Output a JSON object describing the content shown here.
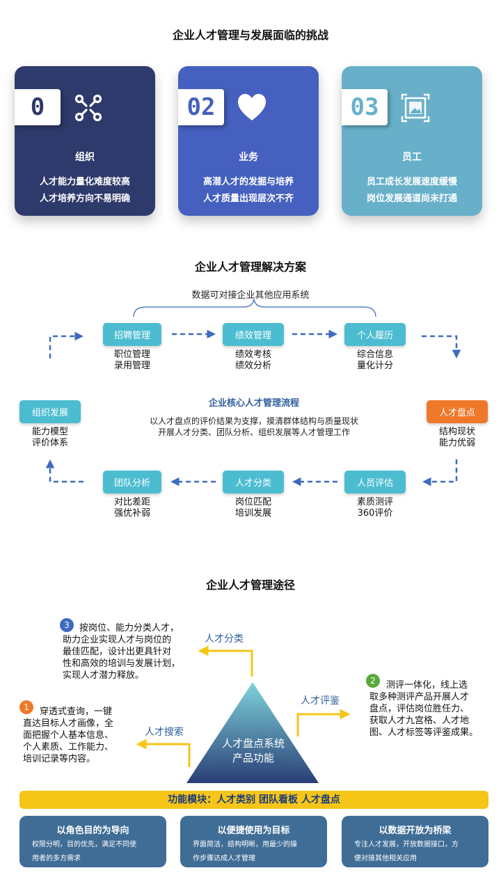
{
  "section1": {
    "title": "企业人才管理与发展面临的挑战",
    "cards": [
      {
        "num": "0",
        "icon": "network-icon",
        "heading": "组织",
        "lines": [
          "人才能力量化难度较高",
          "人才培养方向不易明确"
        ],
        "color": "#2e3a6b"
      },
      {
        "num": "02",
        "icon": "heart-icon",
        "heading": "业务",
        "lines": [
          "高潜人才的发掘与培养",
          "人才质量出现层次不齐"
        ],
        "color": "#4560bf"
      },
      {
        "num": "03",
        "icon": "picture-frame-icon",
        "heading": "员工",
        "lines": [
          "员工成长发展速度缓慢",
          "岗位发展通道尚未打通"
        ],
        "color": "#68b0c9"
      }
    ]
  },
  "section2": {
    "title": "企业人才管理解决方案",
    "top_note": "数据可对接企业其他应用系统",
    "center_title": "企业核心人才管理流程",
    "center_desc": [
      "以人才盘点的评价结果为支撑，摸清群体结构与质量现状",
      "开展人才分类、团队分析、组织发展等人才管理工作"
    ],
    "nodes": {
      "recruit": {
        "label": "招聘管理",
        "sub": [
          "职位管理",
          "录用管理"
        ]
      },
      "performance": {
        "label": "绩效管理",
        "sub": [
          "绩效考核",
          "绩效分析"
        ]
      },
      "resume": {
        "label": "个人履历",
        "sub": [
          "综合信息",
          "量化计分"
        ]
      },
      "inventory": {
        "label": "人才盘点",
        "sub": [
          "结构现状",
          "能力优弱"
        ]
      },
      "evaluation": {
        "label": "人员评估",
        "sub": [
          "素质测评",
          "360评价"
        ]
      },
      "classify": {
        "label": "人才分类",
        "sub": [
          "岗位匹配",
          "培训发展"
        ]
      },
      "team": {
        "label": "团队分析",
        "sub": [
          "对比差距",
          "强优补弱"
        ]
      },
      "org": {
        "label": "组织发展",
        "sub": [
          "能力模型",
          "评价体系"
        ]
      }
    },
    "colors": {
      "teal": "#4cbdd1",
      "orange": "#f0782a",
      "arrow": "#3d6bbf"
    }
  },
  "section3": {
    "title": "企业人才管理途径",
    "triangle": [
      "人才盘点系统",
      "产品功能"
    ],
    "label_classify": "人才分类",
    "label_search": "人才搜索",
    "label_eval": "人才评鉴",
    "item1": {
      "num": "1",
      "lines": [
        "穿透式查询，一键",
        "直达目标人才画像，全",
        "面把握个人基本信息、",
        "个人素质、工作能力、",
        "培训记录等内容。"
      ]
    },
    "item2": {
      "num": "2",
      "lines": [
        "测评一体化，线上选",
        "取多种测评产品开展人才",
        "盘点，评估岗位胜任力、",
        "获取人才九宫格、人才地",
        "图、人才标签等评鉴成果。"
      ]
    },
    "item3": {
      "num": "3",
      "lines": [
        "按岗位、能力分类人才，",
        "助力企业实现人才与岗位的",
        "最佳匹配，设计出更具针对",
        "性和高效的培训与发展计划，",
        "实现人才潜力释放。"
      ]
    },
    "module": "功能模块：人才类别  团队看板  人才盘点",
    "boxes": [
      {
        "title": "以角色目的为导向",
        "lines": [
          "权限分明，目的优先，满足不同使",
          "用者的多方需求"
        ]
      },
      {
        "title": "以便捷使用为目标",
        "lines": [
          "界面简洁，结构明晰，用最少的操",
          "作步骤达成人才管理"
        ]
      },
      {
        "title": "以数据开放为桥梁",
        "lines": [
          "专注人才发展，开放数据接口，方",
          "便对接其他相关应用"
        ]
      }
    ],
    "colors": {
      "badge1": "#f0782a",
      "badge2": "#5aa83c",
      "badge3": "#3d6bbf",
      "yellow": "#f5c518",
      "box": "#3f6d96"
    }
  }
}
